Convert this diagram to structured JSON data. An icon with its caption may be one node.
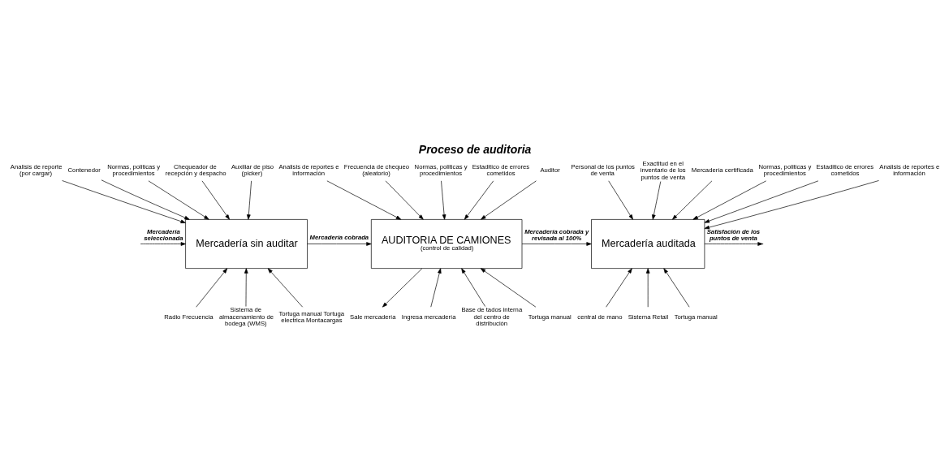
{
  "diagram": {
    "title": "Proceso de auditoria",
    "nodes": [
      {
        "text": [
          "Mercadería sin auditar"
        ]
      },
      {
        "text": [
          "AUDITORIA DE CAMIONES",
          "(control de calidad)"
        ]
      },
      {
        "text": [
          "Mercadería auditada"
        ]
      },
      {
        "text": [
          "Analisis de reporte (por cargar)"
        ]
      },
      {
        "text": [
          "Contenedor"
        ]
      },
      {
        "text": [
          "Normas, politicas y procedimientos"
        ]
      },
      {
        "text": [
          "Chequeador de recepción y despacho"
        ]
      },
      {
        "text": [
          "Auxiliar de piso (picker)"
        ]
      },
      {
        "text": [
          "Radio Frecuencia"
        ]
      },
      {
        "text": [
          "Sistema de almacenamiento de bodega (WMS)"
        ]
      },
      {
        "text": [
          "Tortuga manual Tortuga electrica Montacargas"
        ]
      },
      {
        "text": [
          "Analisis de reportes e información"
        ]
      },
      {
        "text": [
          "Frecuencia de chequeo (aleatorio)"
        ]
      },
      {
        "text": [
          "Normas, politicas y procedimientos"
        ]
      },
      {
        "text": [
          "Estaditico de errores cometidos"
        ]
      },
      {
        "text": [
          "Auditor"
        ]
      },
      {
        "text": [
          "Ingresa mercadería"
        ]
      },
      {
        "text": [
          "Sale mercadería"
        ]
      },
      {
        "text": [
          "Base de tados interna del centro de distribución"
        ]
      },
      {
        "text": [
          "Tortuga manual"
        ]
      },
      {
        "text": [
          "Personal de los puntos de venta"
        ]
      },
      {
        "text": [
          "Exactitud en el inventario de los puntos de venta"
        ]
      },
      {
        "text": [
          "Mercadería certificada"
        ]
      },
      {
        "text": [
          "Normas, politicas y procedimientos"
        ]
      },
      {
        "text": [
          "Estaditico de errores cometidos"
        ]
      },
      {
        "text": [
          "Analisis de reportes e información"
        ]
      },
      {
        "text": [
          "central de mano"
        ]
      },
      {
        "text": [
          "Sistema Retail"
        ]
      },
      {
        "text": [
          "Tortuga manual"
        ]
      }
    ],
    "edges": [
      {
        "from": null,
        "to": 0,
        "arrow": "to",
        "label": "Mercadería seleccionada"
      },
      {
        "from": 0,
        "to": 1,
        "arrow": "to",
        "label": "Mercadería cobrada"
      },
      {
        "from": 1,
        "to": 2,
        "arrow": "to",
        "label": "Mercadería cobrada y revisada al 100%"
      },
      {
        "from": 2,
        "to": null,
        "arrow": "to",
        "label": "Satisfación de los puntos de venta"
      },
      {
        "from": 3,
        "to": 0,
        "arrow": "to"
      },
      {
        "from": 4,
        "to": 0,
        "arrow": "to"
      },
      {
        "from": 5,
        "to": 0,
        "arrow": "to"
      },
      {
        "from": 6,
        "to": 0,
        "arrow": "to"
      },
      {
        "from": 7,
        "to": 0,
        "arrow": "to"
      },
      {
        "from": 8,
        "to": 0,
        "arrow": "to"
      },
      {
        "from": 9,
        "to": 0,
        "arrow": "to"
      },
      {
        "from": 10,
        "to": 0,
        "arrow": "to"
      },
      {
        "from": 11,
        "to": 1,
        "arrow": "to"
      },
      {
        "from": 12,
        "to": 1,
        "arrow": "to"
      },
      {
        "from": 13,
        "to": 1,
        "arrow": "to"
      },
      {
        "from": 14,
        "to": 1,
        "arrow": "to"
      },
      {
        "from": 15,
        "to": 1,
        "arrow": "to"
      },
      {
        "from": 16,
        "to": 1,
        "arrow": "to"
      },
      {
        "from": 1,
        "to": 17,
        "arrow": "to"
      },
      {
        "from": 18,
        "to": 1,
        "arrow": "to"
      },
      {
        "from": 19,
        "to": 1,
        "arrow": "to"
      },
      {
        "from": 20,
        "to": 2,
        "arrow": "to"
      },
      {
        "from": 21,
        "to": 2,
        "arrow": "to"
      },
      {
        "from": 22,
        "to": 2,
        "arrow": "to"
      },
      {
        "from": 23,
        "to": 2,
        "arrow": "to"
      },
      {
        "from": 24,
        "to": 2,
        "arrow": "to"
      },
      {
        "from": 25,
        "to": 2,
        "arrow": "to"
      },
      {
        "from": 26,
        "to": 2,
        "arrow": "to"
      },
      {
        "from": 27,
        "to": 2,
        "arrow": "to"
      },
      {
        "from": 28,
        "to": 2,
        "arrow": "to"
      }
    ]
  }
}
